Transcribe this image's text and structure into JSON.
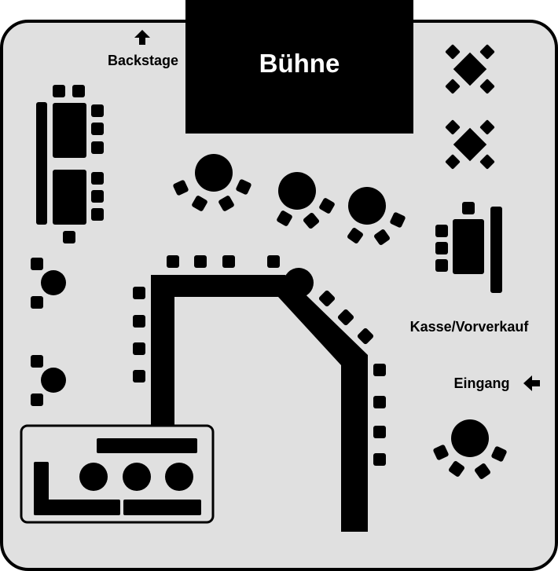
{
  "labels": {
    "stage": "Bühne",
    "backstage": "Backstage",
    "box_office": "Kasse/Vorverkauf",
    "entrance": "Eingang"
  },
  "icons": {
    "backstage_arrow": "arrow-up-icon",
    "entrance_arrow": "arrow-left-icon"
  },
  "colors": {
    "floor": "#e0e0e0",
    "furniture": "#000000",
    "background": "#ffffff"
  }
}
